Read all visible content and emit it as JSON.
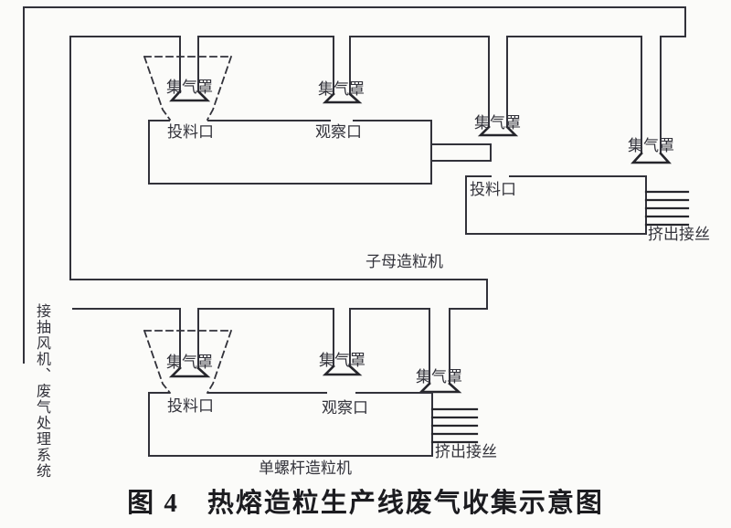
{
  "figure": {
    "caption": "图 4　热熔造粒生产线废气收集示意图"
  },
  "labels": {
    "hood": "集气罩",
    "feed_port": "投料口",
    "observation_port": "观察口",
    "extrusion": "挤出接丝",
    "machine_top": "子母造粒机",
    "machine_bottom": "单螺杆造粒机",
    "exhaust_system": "接抽风机、废气处理系统"
  },
  "colors": {
    "line": "#32323a",
    "text": "#33333b",
    "caption": "#1c1c20",
    "background": "#fbfbf9"
  }
}
